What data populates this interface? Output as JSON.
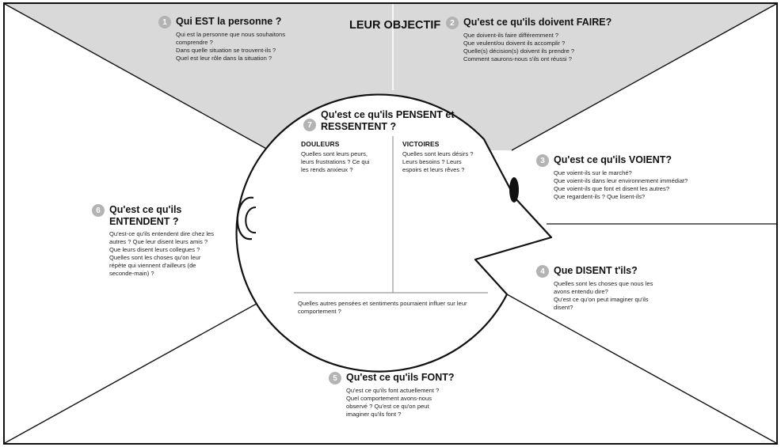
{
  "goal_title": "LEUR OBJECTIF",
  "sections": {
    "s1": {
      "num": "1",
      "title": "Qui EST la personne ?",
      "lines": [
        "Qui est la personne que nous souhaitons",
        "comprendre ?",
        "Dans quelle situation se trouvent-ils ?",
        "Quel est leur rôle dans la situation ?"
      ]
    },
    "s2": {
      "num": "2",
      "title": "Qu'est ce qu'ils doivent FAIRE?",
      "lines": [
        "Que doivent-ils faire différemment ?",
        "Que veulent/ou doivent ils accomplir ?",
        "Quelle(s) décision(s) doivent ils prendre ?",
        "Comment saurons-nous s'ils ont réussi ?"
      ]
    },
    "s3": {
      "num": "3",
      "title": "Qu'est ce qu'ils VOIENT?",
      "lines": [
        "Que voient-ils sur le marché?",
        "Que voient-ils dans leur environnement immédiat?",
        "Que voient-ils que font et disent les autres?",
        "Que regardent-ils ? Que lisent-ils?"
      ]
    },
    "s4": {
      "num": "4",
      "title": "Que DISENT t'ils?",
      "lines": [
        "Quelles sont les choses que nous les",
        "avons entendu dire?",
        "Qu'est ce qu'on peut imaginer qu'ils",
        "disent?"
      ]
    },
    "s5": {
      "num": "5",
      "title": "Qu'est ce qu'ils FONT?",
      "lines": [
        "Qu'est ce qu'ils font actuellement ?",
        "Quel comportement avons-nous",
        "observé ? Qu'est ce qu'on peut",
        "imaginer qu'ils font ?"
      ]
    },
    "s6": {
      "num": "6",
      "title_line1": "Qu'est ce qu'ils",
      "title_line2": "ENTENDENT ?",
      "lines": [
        "Qu'est-ce qu'ils entendent dire chez les",
        "autres ? Que leur disent leurs amis ?",
        "Que leurs disent leurs collegues ?",
        "Quelles sont les choses qu'on leur",
        "répète qui viennent d'ailleurs (de",
        "seconde-main) ?"
      ]
    },
    "s7": {
      "num": "7",
      "title_line1": "Qu'est ce qu'ils PENSENT et",
      "title_line2": "RESSENTENT ?",
      "pains": {
        "title": "DOULEURS",
        "lines": [
          "Quelles sont leurs peurs,",
          "leurs frustrations ? Ce qui",
          "les rends anxieux ?"
        ]
      },
      "gains": {
        "title": "VICTOIRES",
        "lines": [
          "Quelles sont leurs désirs ?",
          "Leurs besoins ? Leurs",
          "espoirs et leurs rêves ?"
        ]
      },
      "other": {
        "lines": [
          "Quelles autres pensées et sentiments pourraient influer sur leur",
          "comportement ?"
        ]
      }
    }
  },
  "colors": {
    "goal_fill": "#d9d9d9",
    "badge": "#b3b3b3",
    "stroke": "#111111"
  }
}
